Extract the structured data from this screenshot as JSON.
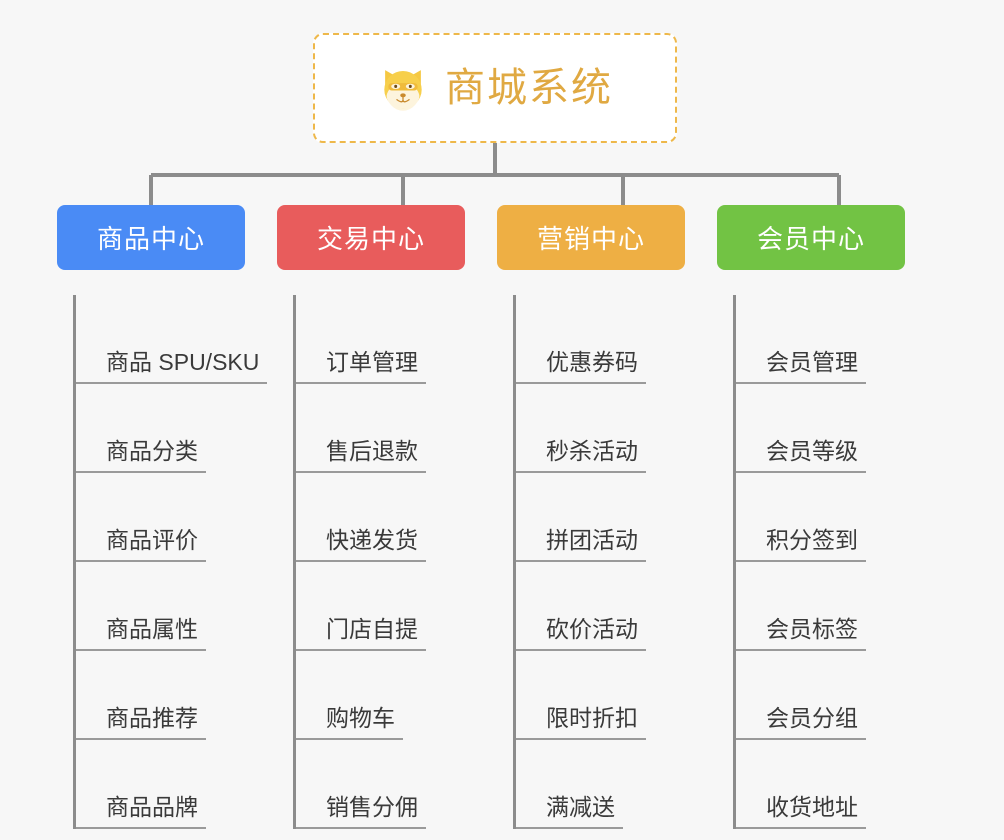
{
  "page": {
    "background_color": "#f7f7f7",
    "title": "商城系统"
  },
  "root": {
    "label": "商城系统",
    "icon": "shiba-dog-icon",
    "text_color": "#e0a942",
    "border_color": "#eeb84a",
    "fill_color": "#ffffff"
  },
  "connector": {
    "color": "#8c8c8c"
  },
  "columns": [
    {
      "header": "商品中心",
      "color": "#4a8bf5",
      "items": [
        "商品 SPU/SKU",
        "商品分类",
        "商品评价",
        "商品属性",
        "商品推荐",
        "商品品牌"
      ]
    },
    {
      "header": "交易中心",
      "color": "#e85c5c",
      "items": [
        "订单管理",
        "售后退款",
        "快递发货",
        "门店自提",
        "购物车",
        "销售分佣"
      ]
    },
    {
      "header": "营销中心",
      "color": "#eeaf44",
      "items": [
        "优惠券码",
        "秒杀活动",
        "拼团活动",
        "砍价活动",
        "限时折扣",
        "满减送"
      ]
    },
    {
      "header": "会员中心",
      "color": "#72c344",
      "items": [
        "会员管理",
        "会员等级",
        "积分签到",
        "会员标签",
        "会员分组",
        "收货地址"
      ]
    }
  ]
}
